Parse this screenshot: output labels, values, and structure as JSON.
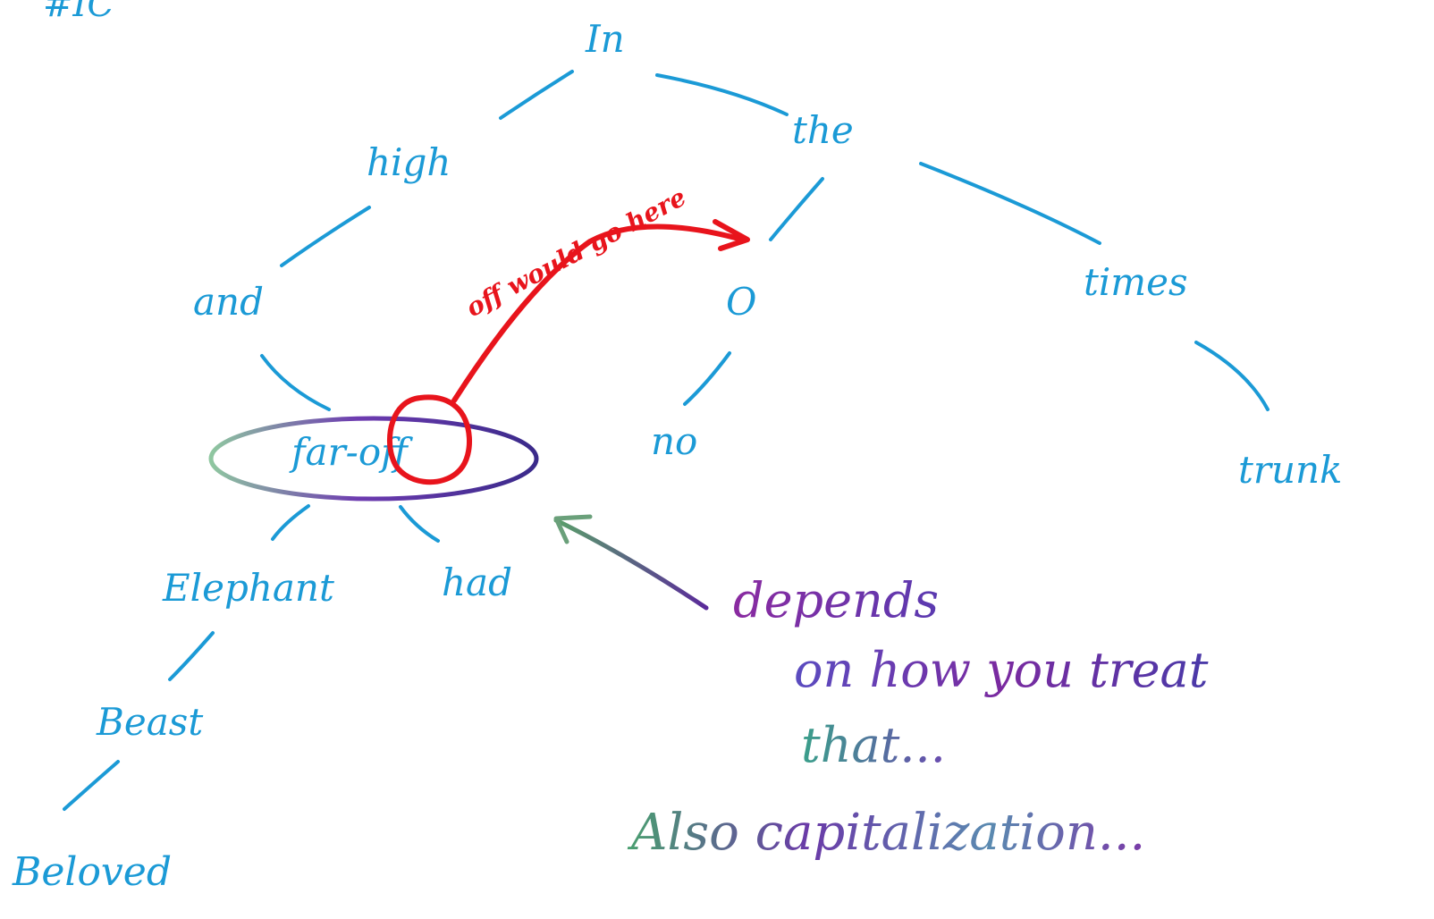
{
  "colors": {
    "tree_ink": "#1b9ad6",
    "red_ink": "#e8141c",
    "note_purple": "#7a2fa0",
    "note_teal": "#3e9a8e"
  },
  "header": {
    "corner_mark": "#IC"
  },
  "tree": {
    "root": "In",
    "high": "high",
    "the": "the",
    "and": "and",
    "o": "O",
    "times": "times",
    "faroff": "far-off",
    "no": "no",
    "trunk": "trunk",
    "elephant": "Elephant",
    "had": "had",
    "beast": "Beast",
    "beloved": "Beloved"
  },
  "annotations": {
    "red_note": "off would go here",
    "note_line_1": "depends",
    "note_line_2": "on how you treat",
    "note_line_3": "that...",
    "note_line_4": "Also capitalization..."
  }
}
